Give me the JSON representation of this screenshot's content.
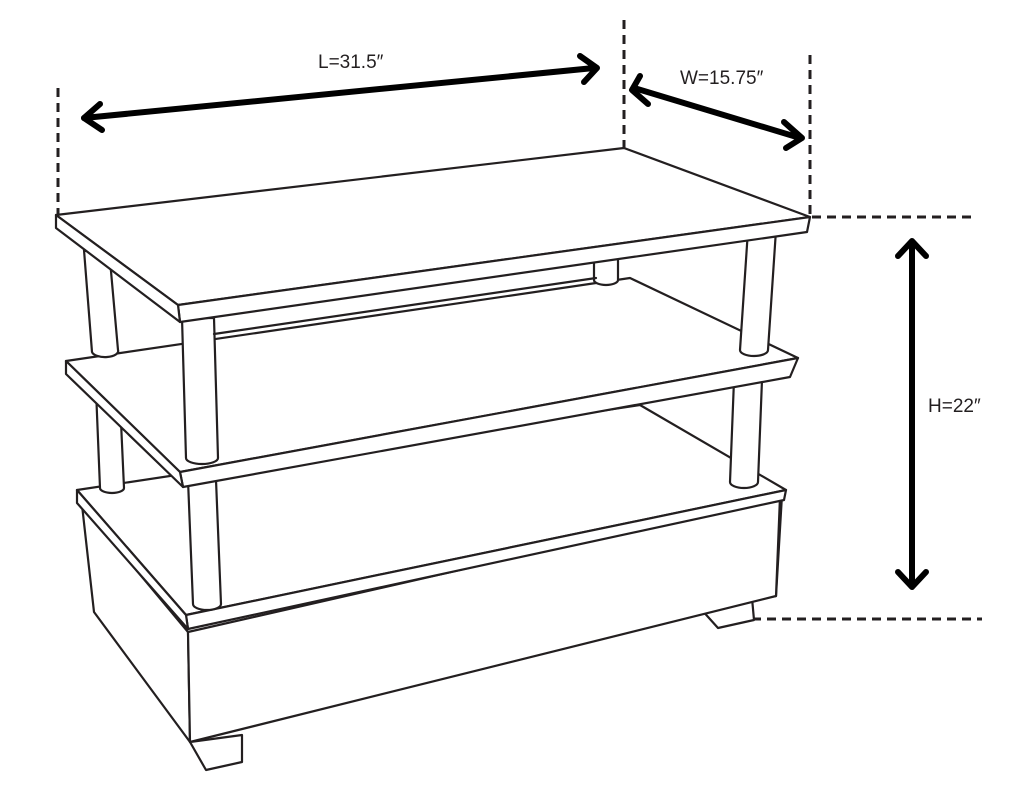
{
  "dimensions": {
    "length_label": "L=31.5″",
    "width_label": "W=15.75″",
    "height_label": "H=22″"
  },
  "colors": {
    "line": "#231f20",
    "arrow": "#000000",
    "fill": "#ffffff"
  }
}
